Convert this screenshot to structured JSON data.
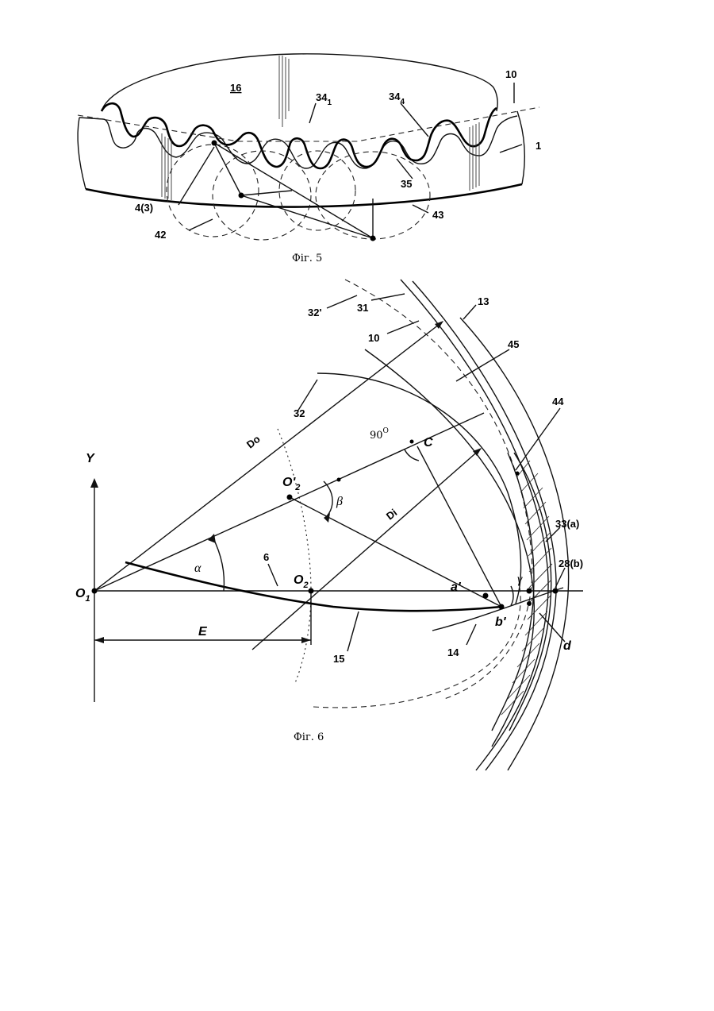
{
  "fig5": {
    "caption": "Фіг. 5",
    "labels": {
      "l16": "16",
      "l10": "10",
      "l1": "1",
      "l34_1": "34",
      "l34_1_sub": "1",
      "l34_4": "34",
      "l34_4_sub": "4",
      "l35": "35",
      "l4_3": "4(3)",
      "l42": "42",
      "l43": "43"
    }
  },
  "fig6": {
    "caption": "Фіг. 6",
    "labels": {
      "y": "Y",
      "o1": "O",
      "o1_sub": "1",
      "o2": "O",
      "o2_sub": "2",
      "o2p": "O'",
      "o2p_sub": "2",
      "alpha": "α",
      "beta": "β",
      "gamma": "γ",
      "do": "Do",
      "di": "Di",
      "e": "E",
      "c": "C",
      "angle90": "90",
      "angle90_sup": "O",
      "ap": "a'",
      "bp": "b'",
      "d": "d",
      "l6": "6",
      "l15": "15",
      "l14": "14",
      "l32": "32",
      "l32p": "32'",
      "l31": "31",
      "l10": "10",
      "l13": "13",
      "l45": "45",
      "l44": "44",
      "l33a": "33(a)",
      "l28b": "28(b)"
    }
  }
}
